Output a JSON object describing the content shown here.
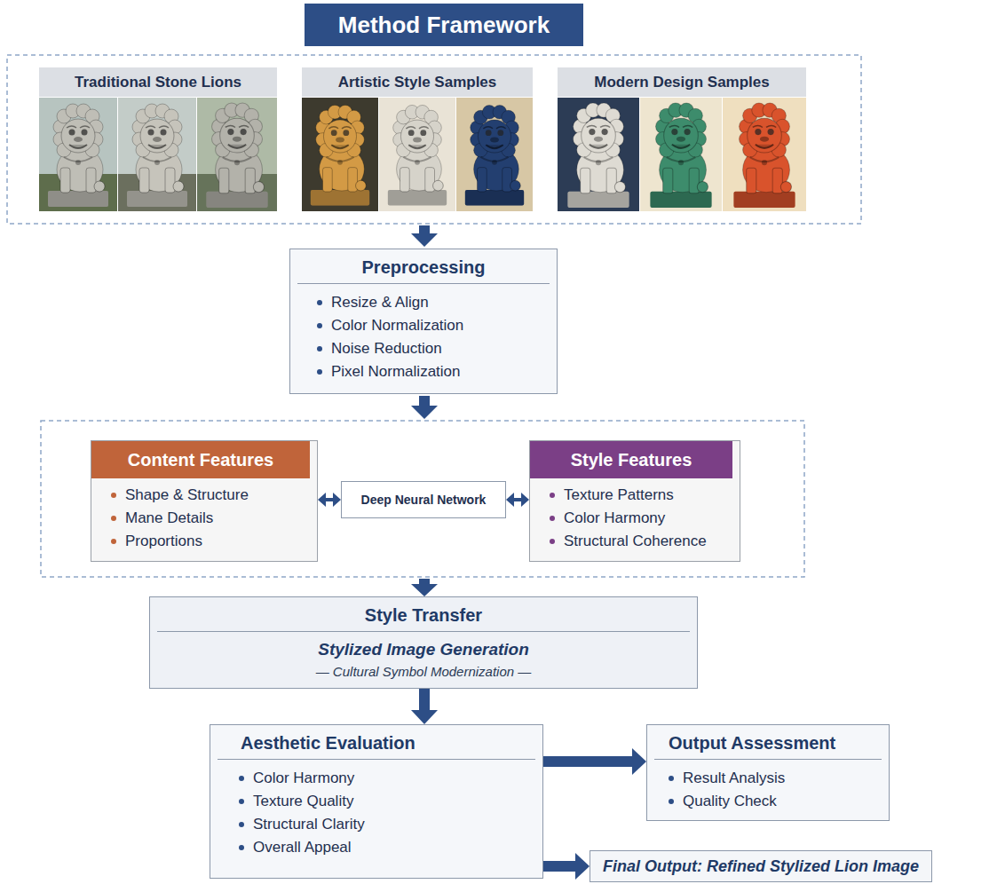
{
  "diagram": {
    "title": "Method Framework",
    "nodes": [
      {
        "text": [
          "Traditional Stone Lions"
        ]
      },
      {
        "text": [
          "Artistic Style Samples"
        ]
      },
      {
        "text": [
          "Modern Design Samples"
        ]
      },
      {
        "text": [
          "Preprocessing",
          "Resize & Align",
          "Color Normalization",
          "Noise Reduction",
          "Pixel Normalization"
        ]
      },
      {
        "text": [
          "Content Features",
          "Shape & Structure",
          "Mane Details",
          "Proportions"
        ]
      },
      {
        "text": [
          "Deep Neural Network"
        ]
      },
      {
        "text": [
          "Style Features",
          "Texture Patterns",
          "Color Harmony",
          "Structural Coherence"
        ]
      },
      {
        "text": [
          "Style Transfer",
          "Stylized Image Generation",
          "— Cultural Symbol Modernization —"
        ]
      },
      {
        "text": [
          "Aesthetic Evaluation",
          "Color Harmony",
          "Texture Quality",
          "Structural Clarity",
          "Overall Appeal"
        ]
      },
      {
        "text": [
          "Output Assessment",
          "Result Analysis",
          "Quality Check"
        ]
      },
      {
        "text": [
          "Final Output: Refined Stylized Lion Image"
        ]
      }
    ],
    "edges": [
      {
        "from": 4,
        "to": 5,
        "arrow": "both"
      },
      {
        "from": 5,
        "to": 6,
        "arrow": "both"
      },
      {
        "from": 7,
        "to": 8,
        "arrow": "to"
      },
      {
        "from": 8,
        "to": 9,
        "arrow": "to"
      },
      {
        "from": 8,
        "to": 10,
        "arrow": "to"
      }
    ]
  }
}
